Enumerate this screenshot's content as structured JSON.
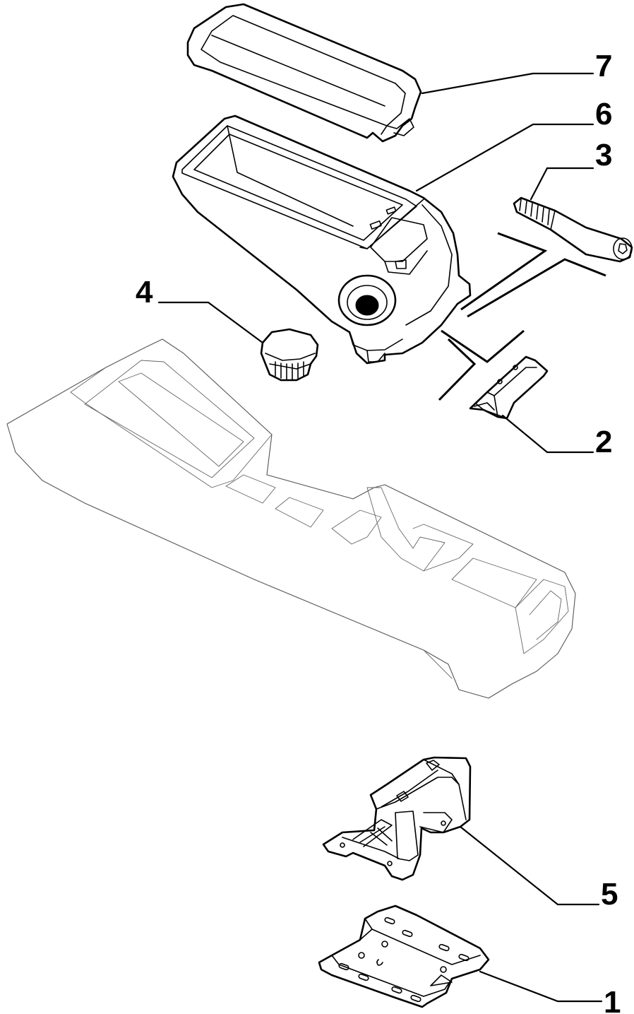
{
  "callouts": {
    "c1": "1",
    "c2": "2",
    "c3": "3",
    "c4": "4",
    "c5": "5",
    "c6": "6",
    "c7": "7"
  },
  "colors": {
    "line": "#000000",
    "background": "#ffffff",
    "ghost_line": "#555555"
  }
}
